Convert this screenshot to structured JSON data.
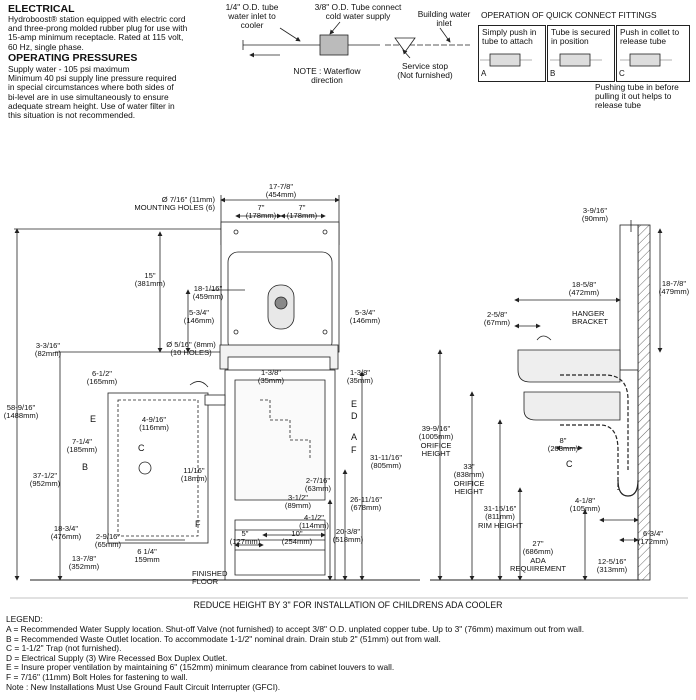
{
  "electrical": {
    "heading": "ELECTRICAL",
    "lines": [
      "Hydroboost® station equipped with electric cord",
      "and three-prong molded rubber plug for use with",
      "15-amp minimum receptacle.  Rated at 115 volt,",
      "60 Hz, single phase."
    ]
  },
  "pressures": {
    "heading": "OPERATING PRESSURES",
    "lines": [
      "Supply water - 105 psi maximum",
      "Minimum 40 psi supply line pressure required",
      "in special circumstances where both sides of",
      "bi-level are in use simultaneously to ensure",
      "adequate stream height. Use of water filter in",
      "this situation is not recommended."
    ]
  },
  "plumbing": {
    "tube_inlet": [
      "1/4\" O.D. tube",
      "water inlet to",
      "cooler"
    ],
    "tube_connect": [
      "3/8\" O.D. Tube connect",
      "cold water supply"
    ],
    "building_inlet": [
      "Building water",
      "inlet"
    ],
    "note": [
      "NOTE : Waterflow",
      "direction"
    ],
    "service_stop": [
      "Service stop",
      "(Not furnished)"
    ]
  },
  "fittings": {
    "title": "OPERATION OF QUICK CONNECT FITTINGS",
    "panels": [
      {
        "caption": [
          "Simply push in",
          "tube to attach"
        ],
        "letter": "A"
      },
      {
        "caption": [
          "Tube is secured",
          "in position"
        ],
        "letter": "B"
      },
      {
        "caption": [
          "Push in collet to",
          "release tube"
        ],
        "letter": "C"
      }
    ],
    "footnote": [
      "Pushing tube in before",
      "pulling it out helps to",
      "release tube"
    ]
  },
  "front": {
    "width": [
      "17-7/8\"",
      "(454mm)"
    ],
    "holes": [
      "Ø 7/16\" (11mm)",
      "MOUNTING HOLES (6)"
    ],
    "dim7a": [
      "7\"",
      "(178mm)"
    ],
    "dim7b": [
      "7\"",
      "(178mm)"
    ],
    "dim15": [
      "15\"",
      "(381mm)"
    ],
    "dim18": [
      "18-1/16\"",
      "(459mm)"
    ],
    "dim534a": [
      "5-3/4\"",
      "(146mm)"
    ],
    "dim534b": [
      "5-3/4\"",
      "(146mm)"
    ],
    "bolts": [
      "Ø 5/16\" (8mm)",
      "(10 HOLES)"
    ],
    "dim3316": [
      "3-3/16\"",
      "(82mm)"
    ],
    "dim612": [
      "6-1/2\"",
      "(165mm)"
    ],
    "dim138a": [
      "1-3/8\"",
      "(35mm)"
    ],
    "dim138b": [
      "1-3/8\"",
      "(35mm)"
    ],
    "dim4916": [
      "4-9/16\"",
      "(116mm)"
    ],
    "dim714": [
      "7-1/4\"",
      "(185mm)"
    ],
    "dim1116": [
      "11/16\"",
      "(18mm)"
    ],
    "dim2716": [
      "2-7/16\"",
      "(63mm)"
    ],
    "dim312": [
      "3-1/2\"",
      "(89mm)"
    ],
    "dim412": [
      "4-1/2\"",
      "(114mm)"
    ],
    "dim5": [
      "5\"",
      "(127mm)"
    ],
    "dim10": [
      "10\"",
      "(254mm)"
    ],
    "dim2916": [
      "2-9/16\"",
      "(65mm)"
    ],
    "dim614": [
      "6 1/4\"",
      "159mm"
    ],
    "dim5891": [
      "58-9/16\"",
      "(1488mm)"
    ],
    "dim3712": [
      "37-1/2\"",
      "(952mm)"
    ],
    "dim1834": [
      "18-3/4\"",
      "(476mm)"
    ],
    "dim1378": [
      "13-7/8\"",
      "(352mm)"
    ],
    "dim31": [
      "31-11/16\"",
      "(805mm)"
    ],
    "dim26": [
      "26-11/16\"",
      "(678mm)"
    ],
    "dim20": [
      "20-3/8\"",
      "(518mm)"
    ],
    "floor": [
      "FINISHED",
      "FLOOR"
    ],
    "labels": {
      "A": "A",
      "B": "B",
      "C": "C",
      "D": "D",
      "E1": "E",
      "E2": "E",
      "F1": "F",
      "F2": "F"
    }
  },
  "side": {
    "dim3916": [
      "3-9/16\"",
      "(90mm)"
    ],
    "dim1878a": [
      "18-7/8\"",
      "(479mm)"
    ],
    "dim1858": [
      "18-5/8\"",
      "(472mm)"
    ],
    "dim258": [
      "2-5/8\"",
      "(67mm)"
    ],
    "hanger": [
      "HANGER",
      "BRACKET"
    ],
    "dim399": [
      "39-9/16\"",
      "(1005mm)",
      "ORIFICE",
      "HEIGHT"
    ],
    "dim33": [
      "33\"",
      "(838mm)",
      "ORIFICE",
      "HEIGHT"
    ],
    "dim8": [
      "8\"",
      "(203mm)"
    ],
    "dim3115": [
      "31-15/16\"",
      "(811mm)",
      "RIM HEIGHT"
    ],
    "dim27": [
      "27\"",
      "(686mm)",
      "ADA",
      "REQUIREMENT"
    ],
    "dim418": [
      "4-1/8\"",
      "(105mm)"
    ],
    "dim634": [
      "6-3/4\"",
      "(172mm)"
    ],
    "dim12": [
      "12-5/16\"",
      "(313mm)"
    ],
    "labelC": "C"
  },
  "reduce_note": "REDUCE HEIGHT BY 3\" FOR INSTALLATION OF CHILDRENS ADA COOLER",
  "legend": {
    "title": "LEGEND:",
    "items": [
      "A = Recommended Water Supply location. Shut-off Valve (not furnished) to accept 3/8\" O.D. unplated copper tube. Up to 3\" (76mm) maximum out from wall.",
      "B = Recommended Waste Outlet location. To accommodate 1-1/2\" nominal drain. Drain stub 2\" (51mm) out from wall.",
      "C = 1-1/2\" Trap (not furnished).",
      "D = Electrical Supply (3) Wire Recessed Box Duplex Outlet.",
      "E = Insure proper ventilation by maintaining 6\" (152mm) minimum clearance from cabinet louvers to wall.",
      "F = 7/16\" (11mm) Bolt Holes for fastening to wall.",
      "Note : New Installations Must Use Ground Fault Circuit Interrupter (GFCI)."
    ]
  }
}
